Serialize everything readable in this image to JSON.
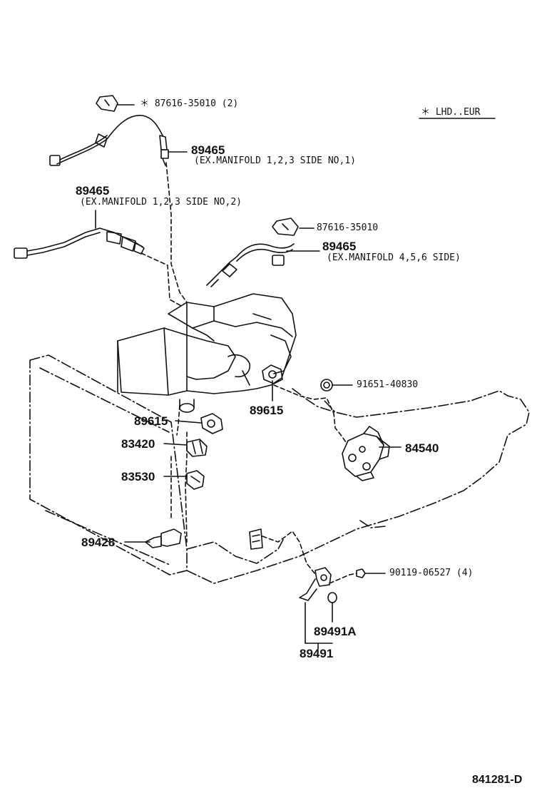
{
  "parts": {
    "clip_top": {
      "number": "＊ 87616-35010 (2)"
    },
    "note": {
      "text": "＊ LHD..EUR"
    },
    "o2_sensor_1": {
      "number": "89465",
      "desc": "(EX.MANIFOLD 1,2,3 SIDE NO,1)"
    },
    "o2_sensor_2": {
      "number": "89465",
      "desc": "(EX.MANIFOLD 1,2,3 SIDE NO,2)"
    },
    "clip_mid": {
      "number": "87616-35010"
    },
    "o2_sensor_3": {
      "number": "89465",
      "desc": "(EX.MANIFOLD 4,5,6 SIDE)"
    },
    "gasket": {
      "number": "91651-40830"
    },
    "temp_sensor_right": {
      "number": "89615"
    },
    "temp_sensor_left": {
      "number": "89615"
    },
    "switch_83420": {
      "number": "83420"
    },
    "switch_84540": {
      "number": "84540"
    },
    "switch_83530": {
      "number": "83530"
    },
    "sensor_89428": {
      "number": "89428"
    },
    "bolt": {
      "number": "90119-06527 (4)"
    },
    "bracket_a": {
      "number": "89491A"
    },
    "bracket": {
      "number": "89491"
    }
  },
  "figure_code": "841281-D"
}
